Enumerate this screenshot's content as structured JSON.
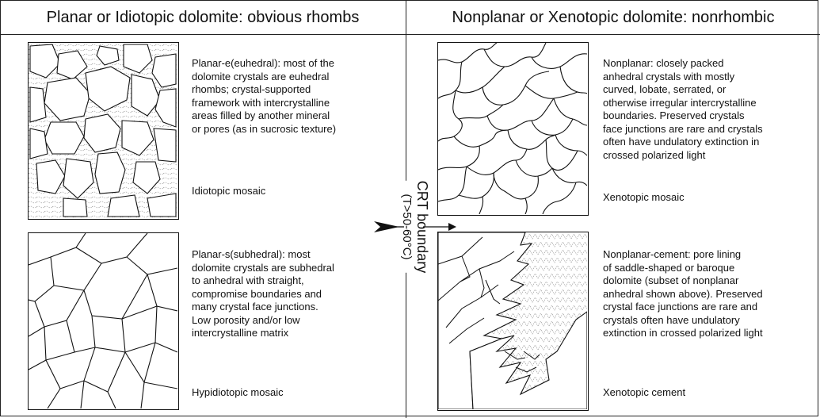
{
  "headers": {
    "left": "Planar or Idiotopic dolomite: obvious rhombs",
    "right": "Nonplanar or Xenotopic dolomite: nonrhombic"
  },
  "panels": {
    "planar_e": {
      "description": [
        "Planar-e(euhedral): most of the",
        "dolomite crystals are euhedral",
        "rhombs; crystal-supported",
        "framework with intercrystalline",
        "areas filled by another mineral",
        "or pores (as in sucrosic texture)"
      ],
      "caption": "Idiotopic mosaic"
    },
    "planar_s": {
      "description": [
        "Planar-s(subhedral): most",
        "dolomite crystals are subhedral",
        "to anhedral with straight,",
        "compromise boundaries and",
        "many crystal face junctions.",
        "Low porosity and/or low",
        "intercrystalline matrix"
      ],
      "caption": "Hypidiotopic mosaic"
    },
    "nonplanar": {
      "description": [
        "Nonplanar: closely packed",
        "anhedral crystals with mostly",
        "curved, lobate, serrated, or",
        "otherwise irregular intercrystalline",
        "boundaries. Preserved crystals",
        "face junctions are rare and crystals",
        "often have undulatory extinction in",
        "crossed polarized light"
      ],
      "caption": "Xenotopic mosaic"
    },
    "nonplanar_cement": {
      "description": [
        "Nonplanar-cement: pore lining",
        "of saddle-shaped or baroque",
        "dolomite (subset of nonplanar",
        "anhedral shown above). Preserved",
        "crystal face junctions are rare and",
        "crystals often have undulatory",
        "extinction in crossed polarized light"
      ],
      "caption": "Xenotopic cement"
    }
  },
  "boundary": {
    "line1": "CRT boundary",
    "line2": "(T>50-60°C)"
  }
}
